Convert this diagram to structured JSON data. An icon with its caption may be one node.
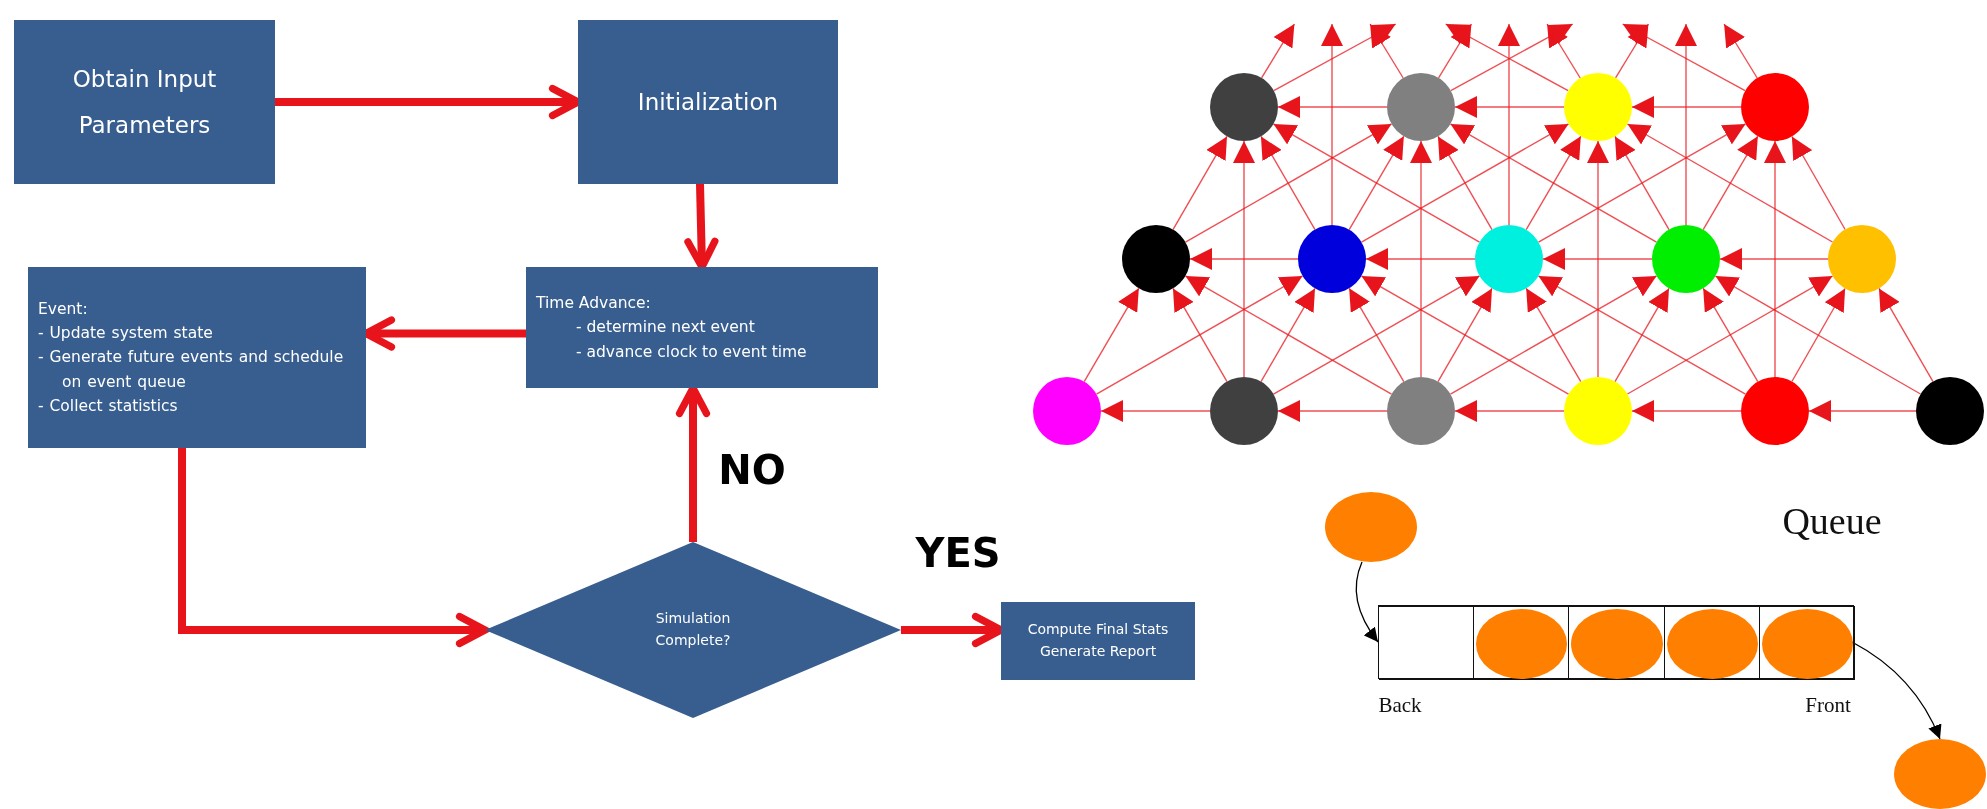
{
  "diagram": {
    "nodes": [
      {
        "text": [
          "Obtain Input Parameters"
        ]
      },
      {
        "text": [
          "Initialization"
        ]
      },
      {
        "text": [
          "Event:",
          "- Update system state",
          "- Generate future events and schedule on event queue",
          "- Collect statistics"
        ]
      },
      {
        "text": [
          "Time Advance:",
          "- determine next event",
          "- advance clock to event time"
        ]
      },
      {
        "text": [
          "Simulation Complete?"
        ]
      },
      {
        "text": [
          "Compute Final Stats",
          "Generate Report"
        ]
      },
      {
        "text": [],
        "shape": "circle"
      },
      {
        "text": [],
        "shape": "circle"
      },
      {
        "text": [],
        "shape": "circle"
      },
      {
        "text": [],
        "shape": "circle"
      },
      {
        "text": [],
        "shape": "circle"
      },
      {
        "text": [],
        "shape": "circle"
      },
      {
        "text": [],
        "shape": "circle"
      },
      {
        "text": [],
        "shape": "circle"
      },
      {
        "text": [],
        "shape": "circle"
      },
      {
        "text": [],
        "shape": "circle"
      },
      {
        "text": [],
        "shape": "circle"
      },
      {
        "text": [],
        "shape": "circle"
      },
      {
        "text": [],
        "shape": "circle"
      },
      {
        "text": [],
        "shape": "circle"
      },
      {
        "text": [],
        "shape": "circle"
      },
      {
        "text": [],
        "shape": "circle"
      },
      {
        "text": [],
        "shape": "bar"
      },
      {
        "text": [],
        "shape": "box",
        "in": 22
      },
      {
        "text": [],
        "shape": "box",
        "in": 22
      },
      {
        "text": [],
        "shape": "box",
        "in": 22
      },
      {
        "text": [],
        "shape": "box",
        "in": 22
      },
      {
        "text": [],
        "shape": "box",
        "in": 22
      },
      {
        "text": [],
        "shape": "circle",
        "in": 24
      },
      {
        "text": [],
        "shape": "circle",
        "in": 25
      },
      {
        "text": [],
        "shape": "circle",
        "in": 26
      },
      {
        "text": [],
        "shape": "circle",
        "in": 27
      },
      {
        "text": [],
        "shape": "circle"
      }
    ],
    "edges": [
      {
        "from": 0,
        "to": 1,
        "arrow": "to",
        "style": "thick"
      },
      {
        "from": 1,
        "to": 3,
        "arrow": "to",
        "style": "thick"
      },
      {
        "from": 3,
        "to": 2,
        "arrow": "to",
        "style": "thick"
      },
      {
        "from": 2,
        "to": 4,
        "arrow": "to",
        "style": "thick"
      },
      {
        "from": 4,
        "to": 3,
        "arrow": "to",
        "style": "thick",
        "label": "NO"
      },
      {
        "from": 4,
        "to": 5,
        "arrow": "to",
        "style": "thick",
        "label": "YES"
      },
      {
        "from": 7,
        "to": 6,
        "arrow": "to"
      },
      {
        "from": 8,
        "to": 7,
        "arrow": "to"
      },
      {
        "from": 9,
        "to": 8,
        "arrow": "to"
      },
      {
        "from": 11,
        "to": 10,
        "arrow": "to"
      },
      {
        "from": 12,
        "to": 11,
        "arrow": "to"
      },
      {
        "from": 13,
        "to": 12,
        "arrow": "to"
      },
      {
        "from": 14,
        "to": 13,
        "arrow": "to"
      },
      {
        "from": 16,
        "to": 15,
        "arrow": "to"
      },
      {
        "from": 17,
        "to": 16,
        "arrow": "to"
      },
      {
        "from": 18,
        "to": 17,
        "arrow": "to"
      },
      {
        "from": 19,
        "to": 18,
        "arrow": "to"
      },
      {
        "from": 20,
        "to": 19,
        "arrow": "to"
      },
      {
        "from": 15,
        "to": 10,
        "arrow": "to"
      },
      {
        "from": 16,
        "to": 10,
        "arrow": "to"
      },
      {
        "from": 16,
        "to": 11,
        "arrow": "to"
      },
      {
        "from": 17,
        "to": 11,
        "arrow": "to"
      },
      {
        "from": 17,
        "to": 12,
        "arrow": "to"
      },
      {
        "from": 18,
        "to": 12,
        "arrow": "to"
      },
      {
        "from": 18,
        "to": 13,
        "arrow": "to"
      },
      {
        "from": 19,
        "to": 13,
        "arrow": "to"
      },
      {
        "from": 19,
        "to": 14,
        "arrow": "to"
      },
      {
        "from": 20,
        "to": 14,
        "arrow": "to"
      },
      {
        "from": 17,
        "to": 10,
        "arrow": "to"
      },
      {
        "from": 15,
        "to": 11,
        "arrow": "to"
      },
      {
        "from": 18,
        "to": 11,
        "arrow": "to"
      },
      {
        "from": 16,
        "to": 12,
        "arrow": "to"
      },
      {
        "from": 19,
        "to": 12,
        "arrow": "to"
      },
      {
        "from": 17,
        "to": 13,
        "arrow": "to"
      },
      {
        "from": 20,
        "to": 13,
        "arrow": "to"
      },
      {
        "from": 18,
        "to": 14,
        "arrow": "to"
      },
      {
        "from": 10,
        "to": 6,
        "arrow": "to"
      },
      {
        "from": 11,
        "to": 6,
        "arrow": "to"
      },
      {
        "from": 11,
        "to": 7,
        "arrow": "to"
      },
      {
        "from": 12,
        "to": 7,
        "arrow": "to"
      },
      {
        "from": 12,
        "to": 8,
        "arrow": "to"
      },
      {
        "from": 13,
        "to": 8,
        "arrow": "to"
      },
      {
        "from": 13,
        "to": 9,
        "arrow": "to"
      },
      {
        "from": 14,
        "to": 9,
        "arrow": "to"
      },
      {
        "from": 12,
        "to": 6,
        "arrow": "to"
      },
      {
        "from": 10,
        "to": 7,
        "arrow": "to"
      },
      {
        "from": 13,
        "to": 7,
        "arrow": "to"
      },
      {
        "from": 11,
        "to": 8,
        "arrow": "to"
      },
      {
        "from": 14,
        "to": 8,
        "arrow": "to"
      },
      {
        "from": 12,
        "to": 9,
        "arrow": "to"
      },
      {
        "from": 16,
        "to": 6,
        "arrow": "to"
      },
      {
        "from": 17,
        "to": 7,
        "arrow": "to"
      },
      {
        "from": 18,
        "to": 8,
        "arrow": "to"
      },
      {
        "from": 19,
        "to": 9,
        "arrow": "to"
      },
      {
        "from": 6,
        "to": null,
        "arrow": "to"
      },
      {
        "from": 7,
        "to": null,
        "arrow": "to"
      },
      {
        "from": 11,
        "to": null,
        "arrow": "to"
      },
      {
        "from": 8,
        "to": null,
        "arrow": "to"
      },
      {
        "from": 7,
        "to": null,
        "arrow": "to"
      },
      {
        "from": 8,
        "to": null,
        "arrow": "to"
      },
      {
        "from": 12,
        "to": null,
        "arrow": "to"
      },
      {
        "from": 6,
        "to": null,
        "arrow": "to"
      },
      {
        "from": 9,
        "to": null,
        "arrow": "to"
      },
      {
        "from": 8,
        "to": null,
        "arrow": "to"
      },
      {
        "from": 9,
        "to": null,
        "arrow": "to"
      },
      {
        "from": 13,
        "to": null,
        "arrow": "to"
      },
      {
        "from": 7,
        "to": null,
        "arrow": "to"
      },
      {
        "from": 21,
        "to": 23,
        "arrow": "to",
        "color": "#000000"
      },
      {
        "from": 31,
        "to": 32,
        "arrow": "to",
        "color": "#000000"
      }
    ],
    "labels": [
      "Queue",
      "Back",
      "Front"
    ]
  }
}
